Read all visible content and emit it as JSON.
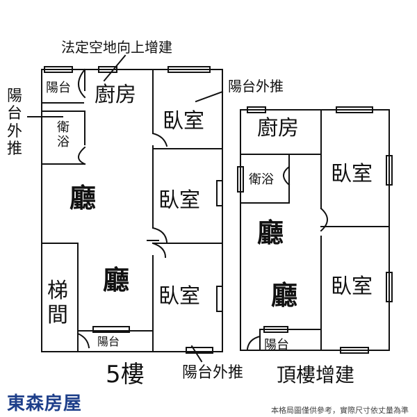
{
  "annotations": {
    "top_note": "法定空地向上增建",
    "balcony_ext_top": "陽台外推",
    "balcony_ext_left": "陽台外推",
    "balcony_ext_bottom": "陽台外推"
  },
  "floor5": {
    "caption": "5樓",
    "rooms": {
      "balcony_top": "陽台",
      "kitchen": "廚房",
      "bath": "衛浴",
      "bedroom1": "臥室",
      "bedroom2": "臥室",
      "bedroom3": "臥室",
      "living1": "廳",
      "living2": "廳",
      "stairs": "梯間",
      "balcony_bottom": "陽台"
    }
  },
  "rooftop": {
    "caption": "頂樓增建",
    "rooms": {
      "kitchen": "廚房",
      "bath": "衛浴",
      "bedroom1": "臥室",
      "bedroom2": "臥室",
      "living1": "廳",
      "living2": "廳",
      "balcony": "陽台"
    }
  },
  "brand": "東森房屋",
  "disclaimer": "本格局圖僅供參考，實際尺寸依丈量為準",
  "colors": {
    "brand": "#1e3f8a",
    "line": "#111111"
  }
}
